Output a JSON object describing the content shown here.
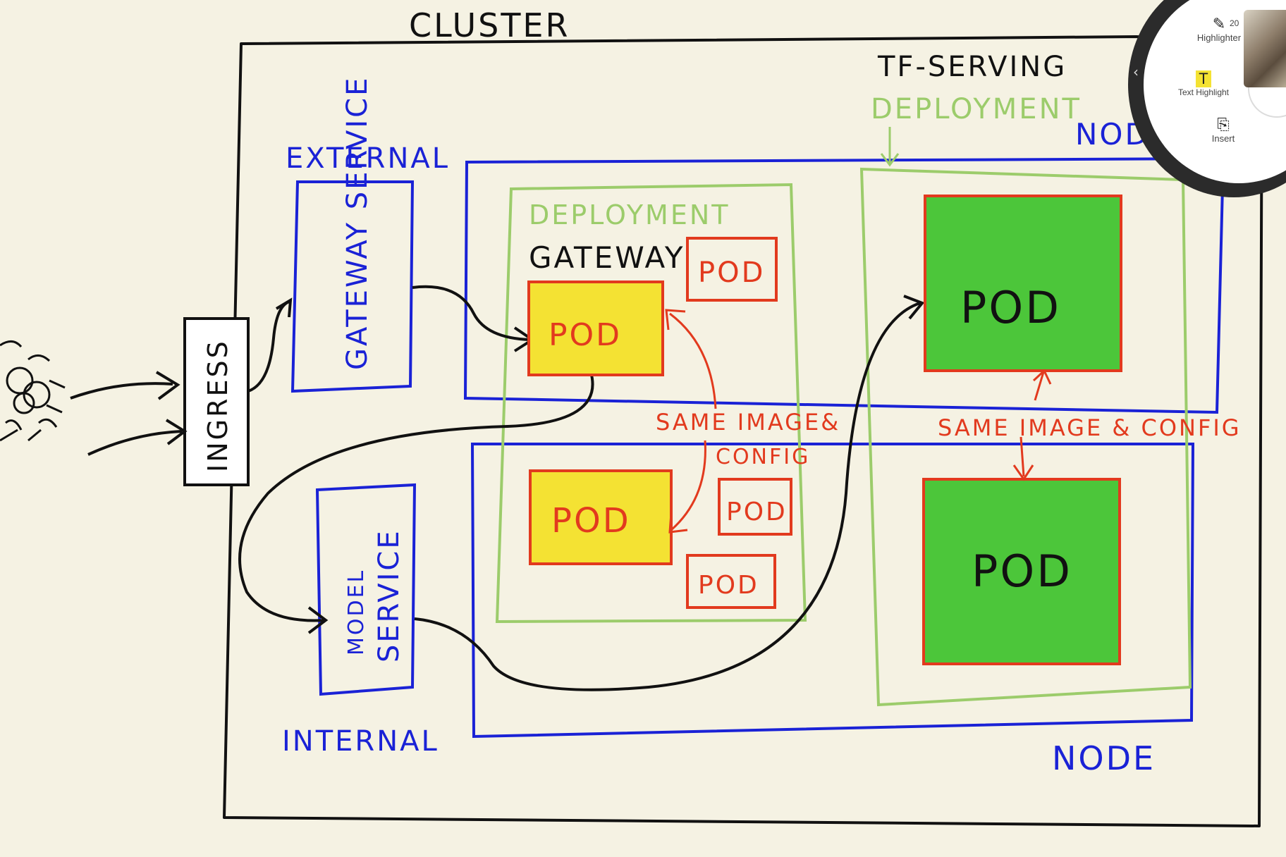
{
  "labels": {
    "cluster": "CLUSTER",
    "tf_serving": "TF-SERVING",
    "tf_deployment": "DEPLOYMENT",
    "node_top": "NODE",
    "node_bottom": "NODE",
    "external": "EXTERNAL",
    "internal": "INTERNAL",
    "gateway_service": "GATEWAY SERVICE",
    "model_service_line1": "MODEL",
    "model_service_line2": "SERVICE",
    "ingress": "INGRESS",
    "deployment_gateway": "DEPLOYMENT",
    "gateway": "GATEWAY",
    "same_image_left_1": "SAME IMAGE&",
    "same_image_left_2": "CONFIG",
    "same_image_right": "SAME IMAGE & CONFIG",
    "pod": "POD"
  },
  "pods": {
    "gateway_top_small": "POD",
    "gateway_top_main": "POD",
    "gateway_bottom_main": "POD",
    "gateway_bottom_small_1": "POD",
    "gateway_bottom_small_2": "POD",
    "tf_top": "POD",
    "tf_bottom": "POD"
  },
  "toolbar": {
    "highlighter": "Highlighter",
    "text_highlight": "Text Highlight",
    "insert": "Insert",
    "size": "20",
    "icons": [
      "highlighter-icon",
      "text-highlight-icon",
      "insert-icon",
      "chevron-left-icon"
    ]
  },
  "colors": {
    "background": "#f5f2e3",
    "black_ink": "#111111",
    "blue_ink": "#1a22d6",
    "green_ink": "#9ccc6b",
    "red_ink": "#e23a1e",
    "yellow_fill": "#f4e233",
    "green_fill": "#4cc63a"
  }
}
